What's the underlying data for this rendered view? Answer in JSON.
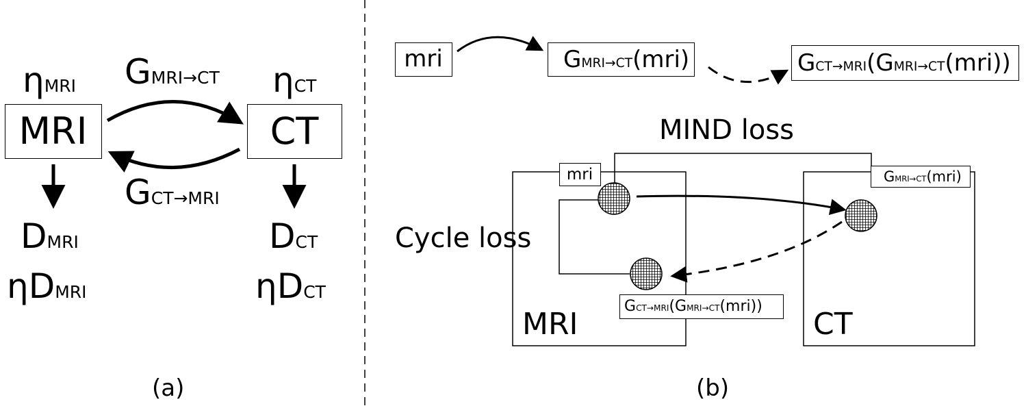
{
  "panel_a": {
    "eta_mri_sym": "η",
    "eta_mri_sub": "MRI",
    "eta_ct_sym": "η",
    "eta_ct_sub": "CT",
    "mri_label": "MRI",
    "ct_label": "CT",
    "g_fwd_sym": "G",
    "g_fwd_sub": "MRI→CT",
    "g_bwd_sym": "G",
    "g_bwd_sub": "CT→MRI",
    "d_mri_sym": "D",
    "d_mri_sub": "MRI",
    "etad_mri_sym": "ηD",
    "etad_mri_sub": "MRI",
    "d_ct_sym": "D",
    "d_ct_sub": "CT",
    "etad_ct_sym": "ηD",
    "etad_ct_sub": "CT",
    "caption": "(a)"
  },
  "panel_b": {
    "top_mri": "mri",
    "top_g1_sym": "G",
    "top_g1_sub": "MRI→CT",
    "top_g1_arg": "(mri)",
    "top_g2_sym": "G",
    "top_g2_sub": "CT→MRI",
    "top_g2_open": "(",
    "top_g2_inner_sym": "G",
    "top_g2_inner_sub": "MRI→CT",
    "top_g2_close": "(mri))",
    "mind_loss": "MIND loss",
    "cycle_loss": "Cycle loss",
    "mri_domain": "MRI",
    "ct_domain": "CT",
    "label_mri": "mri",
    "label_ct_sym": "G",
    "label_ct_sub": "MRI→CT",
    "label_ct_arg": "(mri)",
    "label_rec_sym": "G",
    "label_rec_sub": "CT→MRI",
    "label_rec_open": "(",
    "label_rec_inner_sym": "G",
    "label_rec_inner_sub": "MRI→CT",
    "label_rec_close": "(mri))",
    "caption": "(b)"
  }
}
